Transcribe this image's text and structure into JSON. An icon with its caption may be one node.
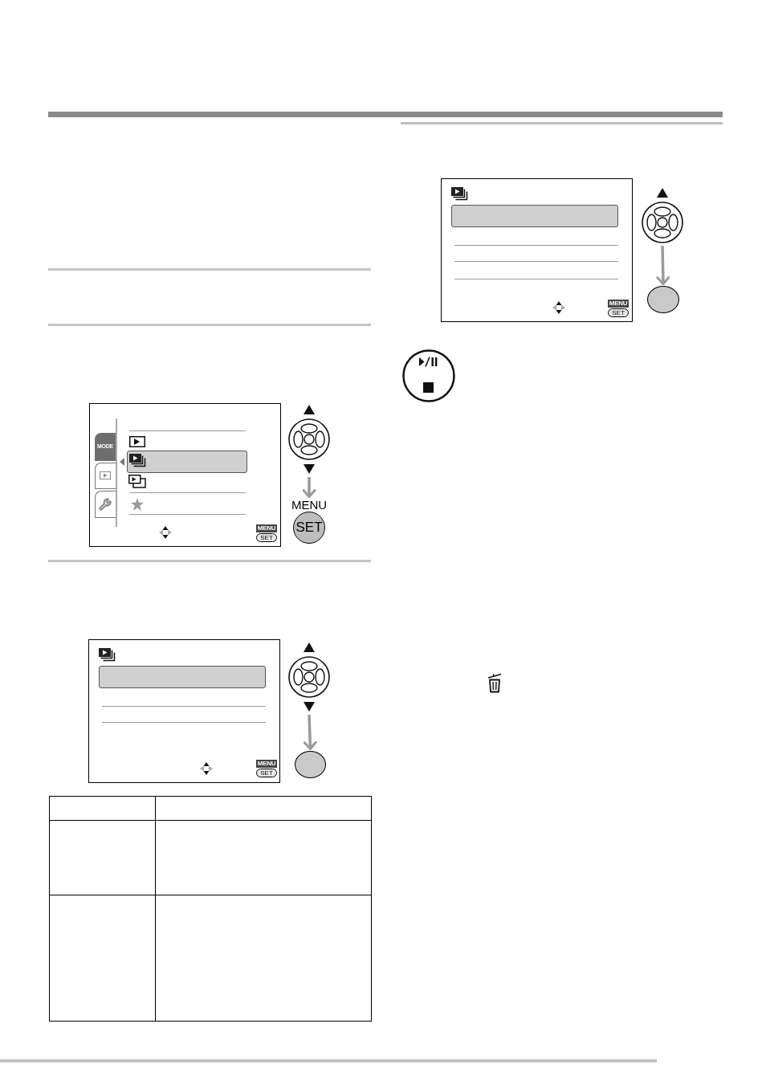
{
  "diagram": {
    "nodes": [
      {
        "text": [],
        "shape": "circle"
      },
      {
        "text": [
          "SET"
        ],
        "beside": [
          "MENU"
        ]
      },
      {
        "text": [],
        "shape": "circle"
      },
      {
        "text": [],
        "shape": "oval"
      },
      {
        "text": [],
        "shape": "circle"
      },
      {
        "text": [],
        "shape": "oval"
      }
    ],
    "edges": [
      {
        "from": 0,
        "to": 1,
        "arrow": "to"
      },
      {
        "from": 2,
        "to": 3,
        "arrow": "to"
      },
      {
        "from": 4,
        "to": 5,
        "arrow": "to"
      }
    ],
    "labels": [
      "MODE",
      "MENU",
      "SET",
      "MENU",
      "SET",
      "MENU",
      "SET"
    ]
  }
}
